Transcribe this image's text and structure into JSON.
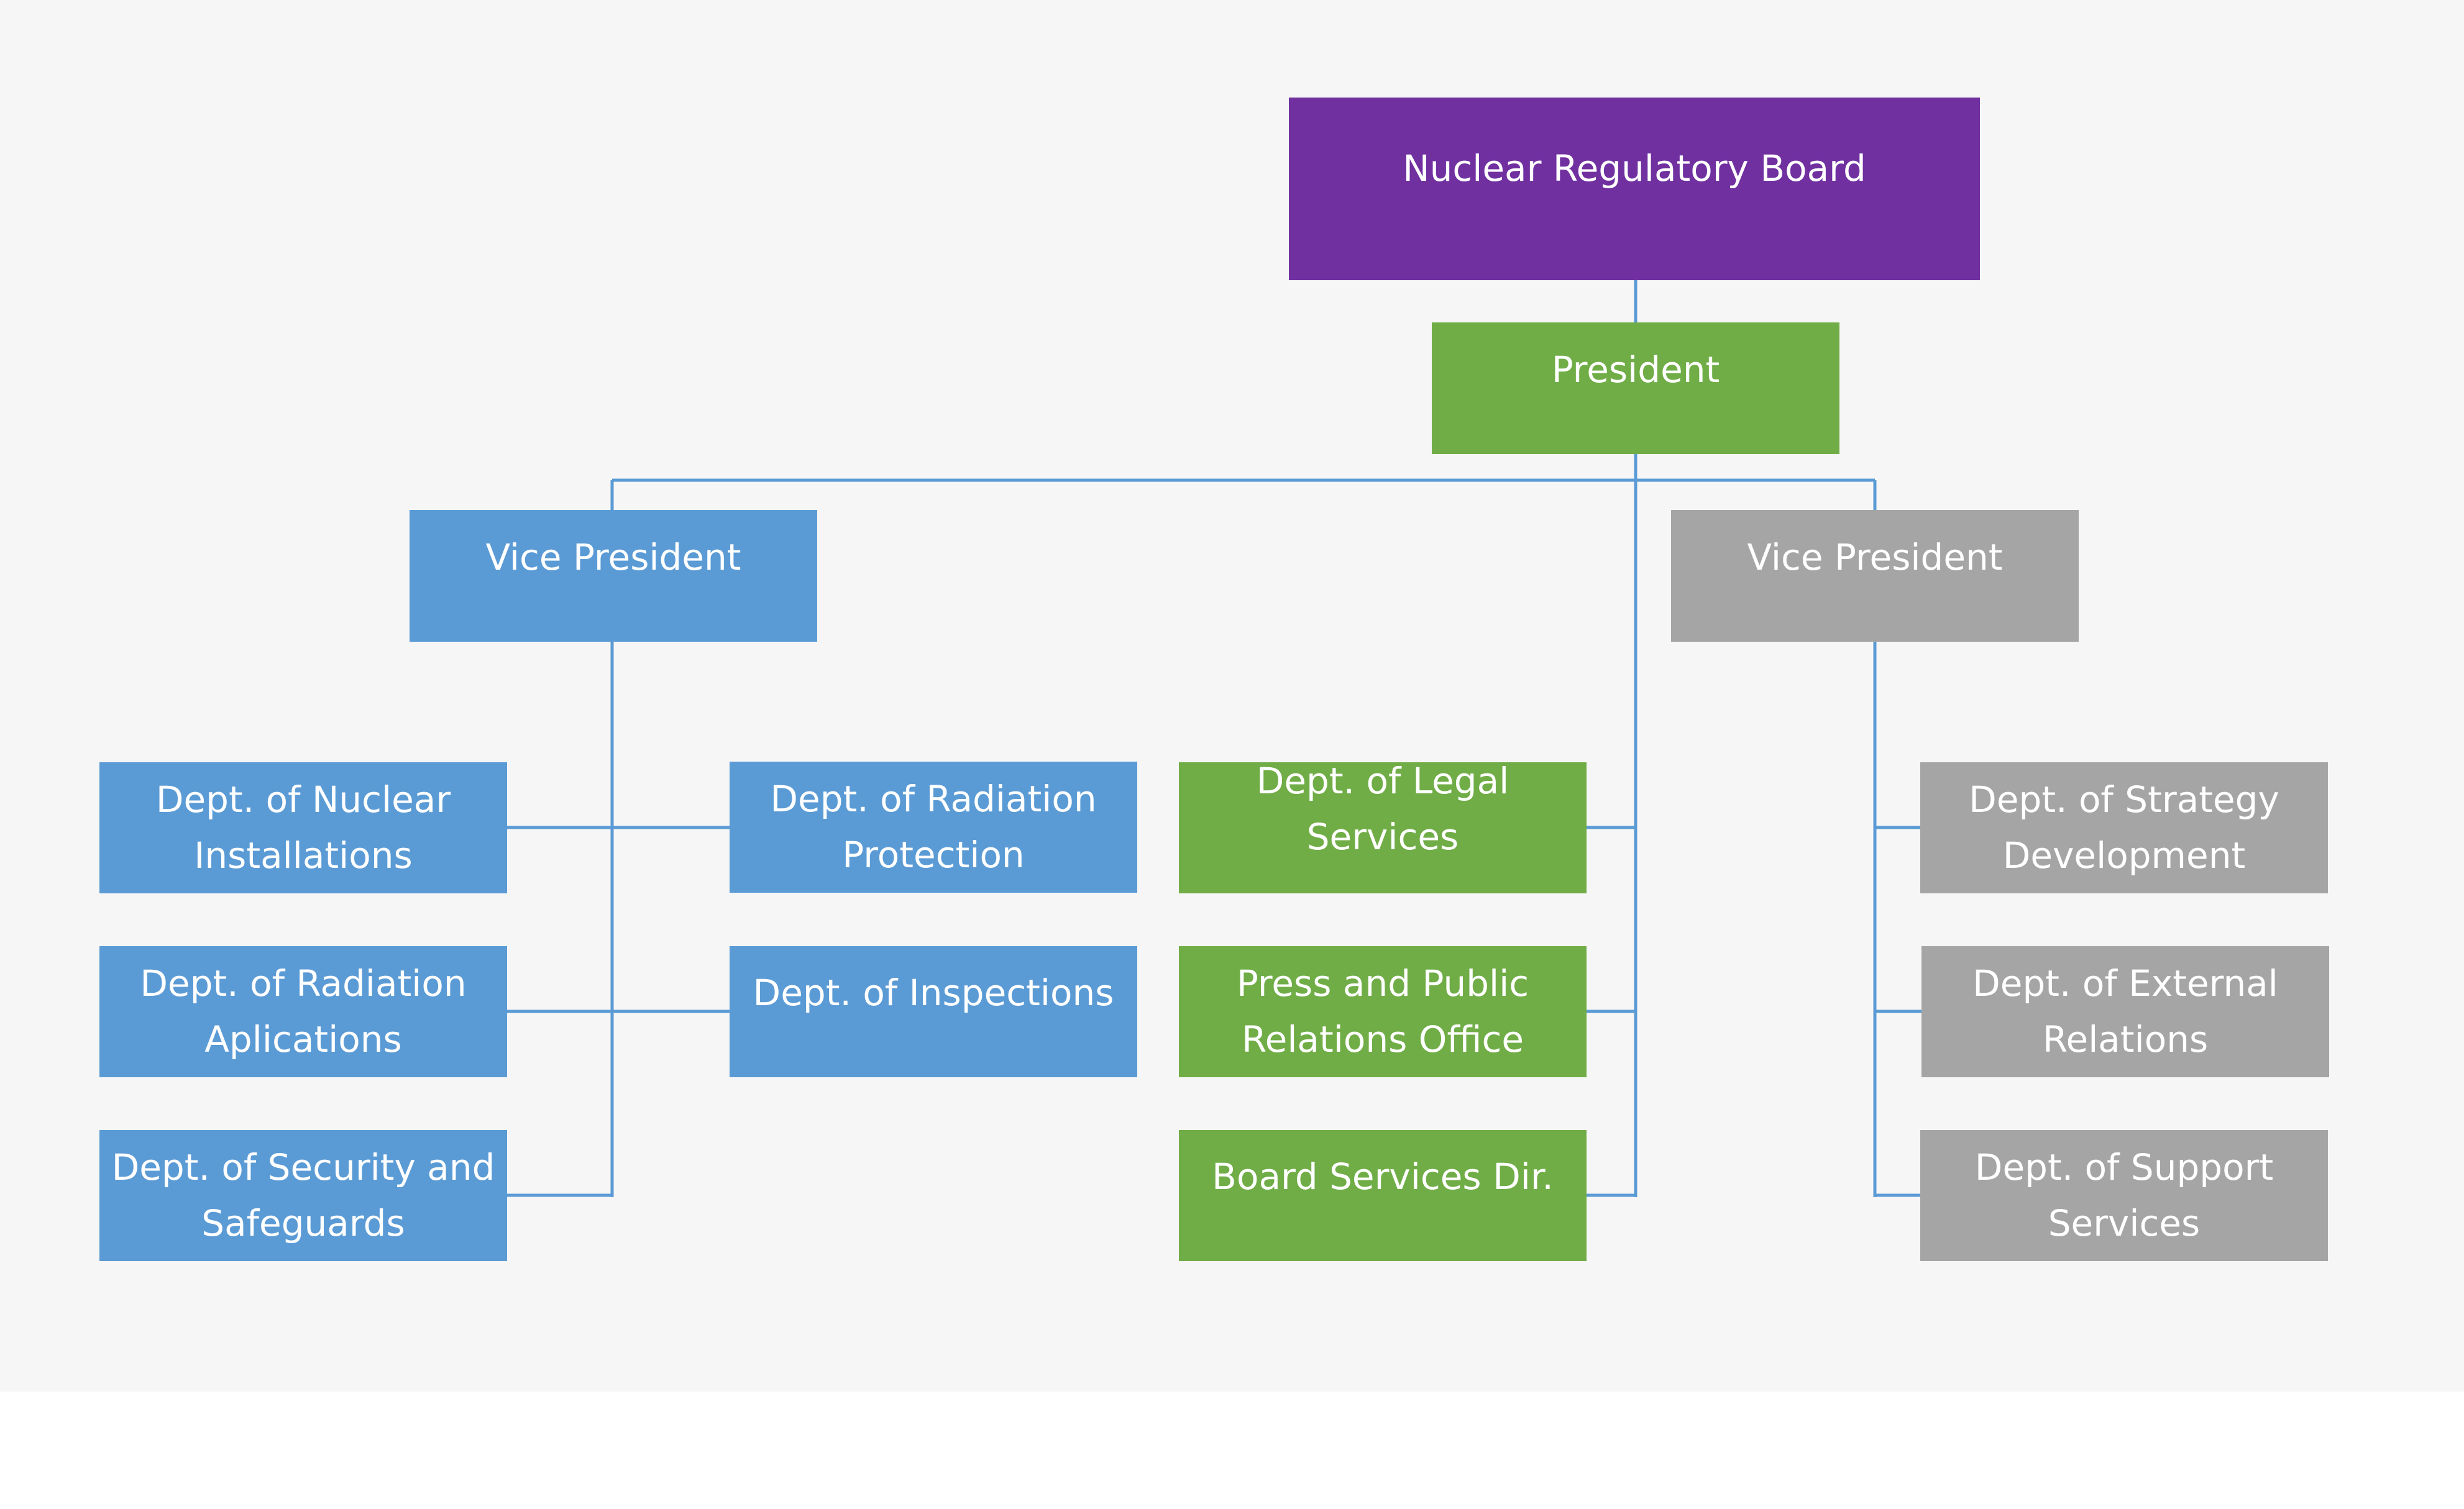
{
  "colors": {
    "board": "#7030a0",
    "president_branch": "#70ad47",
    "left_branch": "#5b9bd5",
    "right_branch": "#a5a5a5",
    "connector": "#5b9bd5",
    "background": "#f6f6f6"
  },
  "board": {
    "label": "Nuclear Regulatory Board"
  },
  "president": {
    "label": "President"
  },
  "vice_president_left": {
    "label": "Vice President"
  },
  "vice_president_right": {
    "label": "Vice President"
  },
  "left_departments": {
    "nuclear_installations": [
      "Dept. of Nuclear",
      "Installations"
    ],
    "radiation_protection": [
      "Dept. of Radiation",
      "Protection"
    ],
    "radiation_applications": [
      "Dept. of Radiation",
      "Aplications"
    ],
    "inspections": [
      "Dept. of Inspections"
    ],
    "security_safeguards": [
      "Dept. of Security and",
      "Safeguards"
    ]
  },
  "president_units": {
    "legal_services": [
      "Dept. of Legal Services"
    ],
    "press_public_relations": [
      "Press and Public",
      "Relations Office"
    ],
    "board_services": [
      "Board Services Dir."
    ]
  },
  "right_departments": {
    "strategy_development": [
      "Dept. of Strategy",
      "Development"
    ],
    "external_relations": [
      "Dept. of External",
      "Relations"
    ],
    "support_services": [
      "Dept. of Support",
      "Services"
    ]
  }
}
